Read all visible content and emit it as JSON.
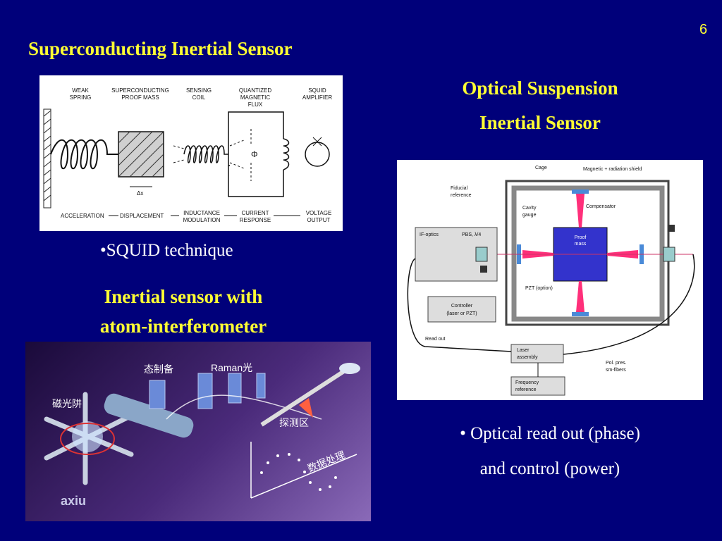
{
  "slide": {
    "page_number": "6",
    "title": "Superconducting Inertial Sensor",
    "optical_title_line1": "Optical Suspension",
    "optical_title_line2": "Inertial Sensor",
    "squid_bullet": "•SQUID technique",
    "atom_title_line1": "Inertial sensor with",
    "atom_title_line2": "atom-interferometer",
    "optical_bullet_line1": "• Optical read out (phase)",
    "optical_bullet_line2": "and control (power)"
  },
  "squid_diagram": {
    "label_weak_spring_1": "WEAK",
    "label_weak_spring_2": "SPRING",
    "label_proof_mass_1": "SUPERCONDUCTING",
    "label_proof_mass_2": "PROOF  MASS",
    "label_sensing_coil_1": "SENSING",
    "label_sensing_coil_2": "COIL",
    "label_flux_1": "QUANTIZED",
    "label_flux_2": "MAGNETIC",
    "label_flux_3": "FLUX",
    "label_squid_1": "SQUID",
    "label_squid_2": "AMPLIFIER",
    "delta_x": "Δx",
    "phi": "Φ",
    "chain_acceleration": "ACCELERATION",
    "chain_displacement": "DISPLACEMENT",
    "chain_inductance_1": "INDUCTANCE",
    "chain_inductance_2": "MODULATION",
    "chain_current_1": "CURRENT",
    "chain_current_2": "RESPONSE",
    "chain_voltage_1": "VOLTAGE",
    "chain_voltage_2": "OUTPUT"
  },
  "optical_diagram": {
    "cage": "Cage",
    "shield": "Magnetic + radiation shield",
    "fiducial_1": "Fiducial",
    "fiducial_2": "reference",
    "cavity_1": "Cavity",
    "cavity_2": "gauge",
    "compensator": "Compensator",
    "proof_mass_1": "Proof",
    "proof_mass_2": "mass",
    "if_optics": "IF-optics",
    "pbs": "PBS, λ/4",
    "pzt": "PZT (option)",
    "controller_1": "Controller",
    "controller_2": "(laser or PZT)",
    "read_out": "Read out",
    "laser_1": "Laser",
    "laser_2": "assembly",
    "pol_1": "Pol. pres.",
    "pol_2": "sm-fibers",
    "freq_1": "Frequency",
    "freq_2": "reference"
  },
  "atom_image": {
    "label_state_prep": "态制备",
    "label_raman": "Raman光",
    "label_mot": "磁光阱",
    "label_detection": "探测区",
    "label_data": "数据处理",
    "logo": "axiu"
  },
  "colors": {
    "background": "#00007a",
    "title": "#ffff33",
    "beam": "#ff2f7a",
    "proof_mass": "#3333cc"
  }
}
